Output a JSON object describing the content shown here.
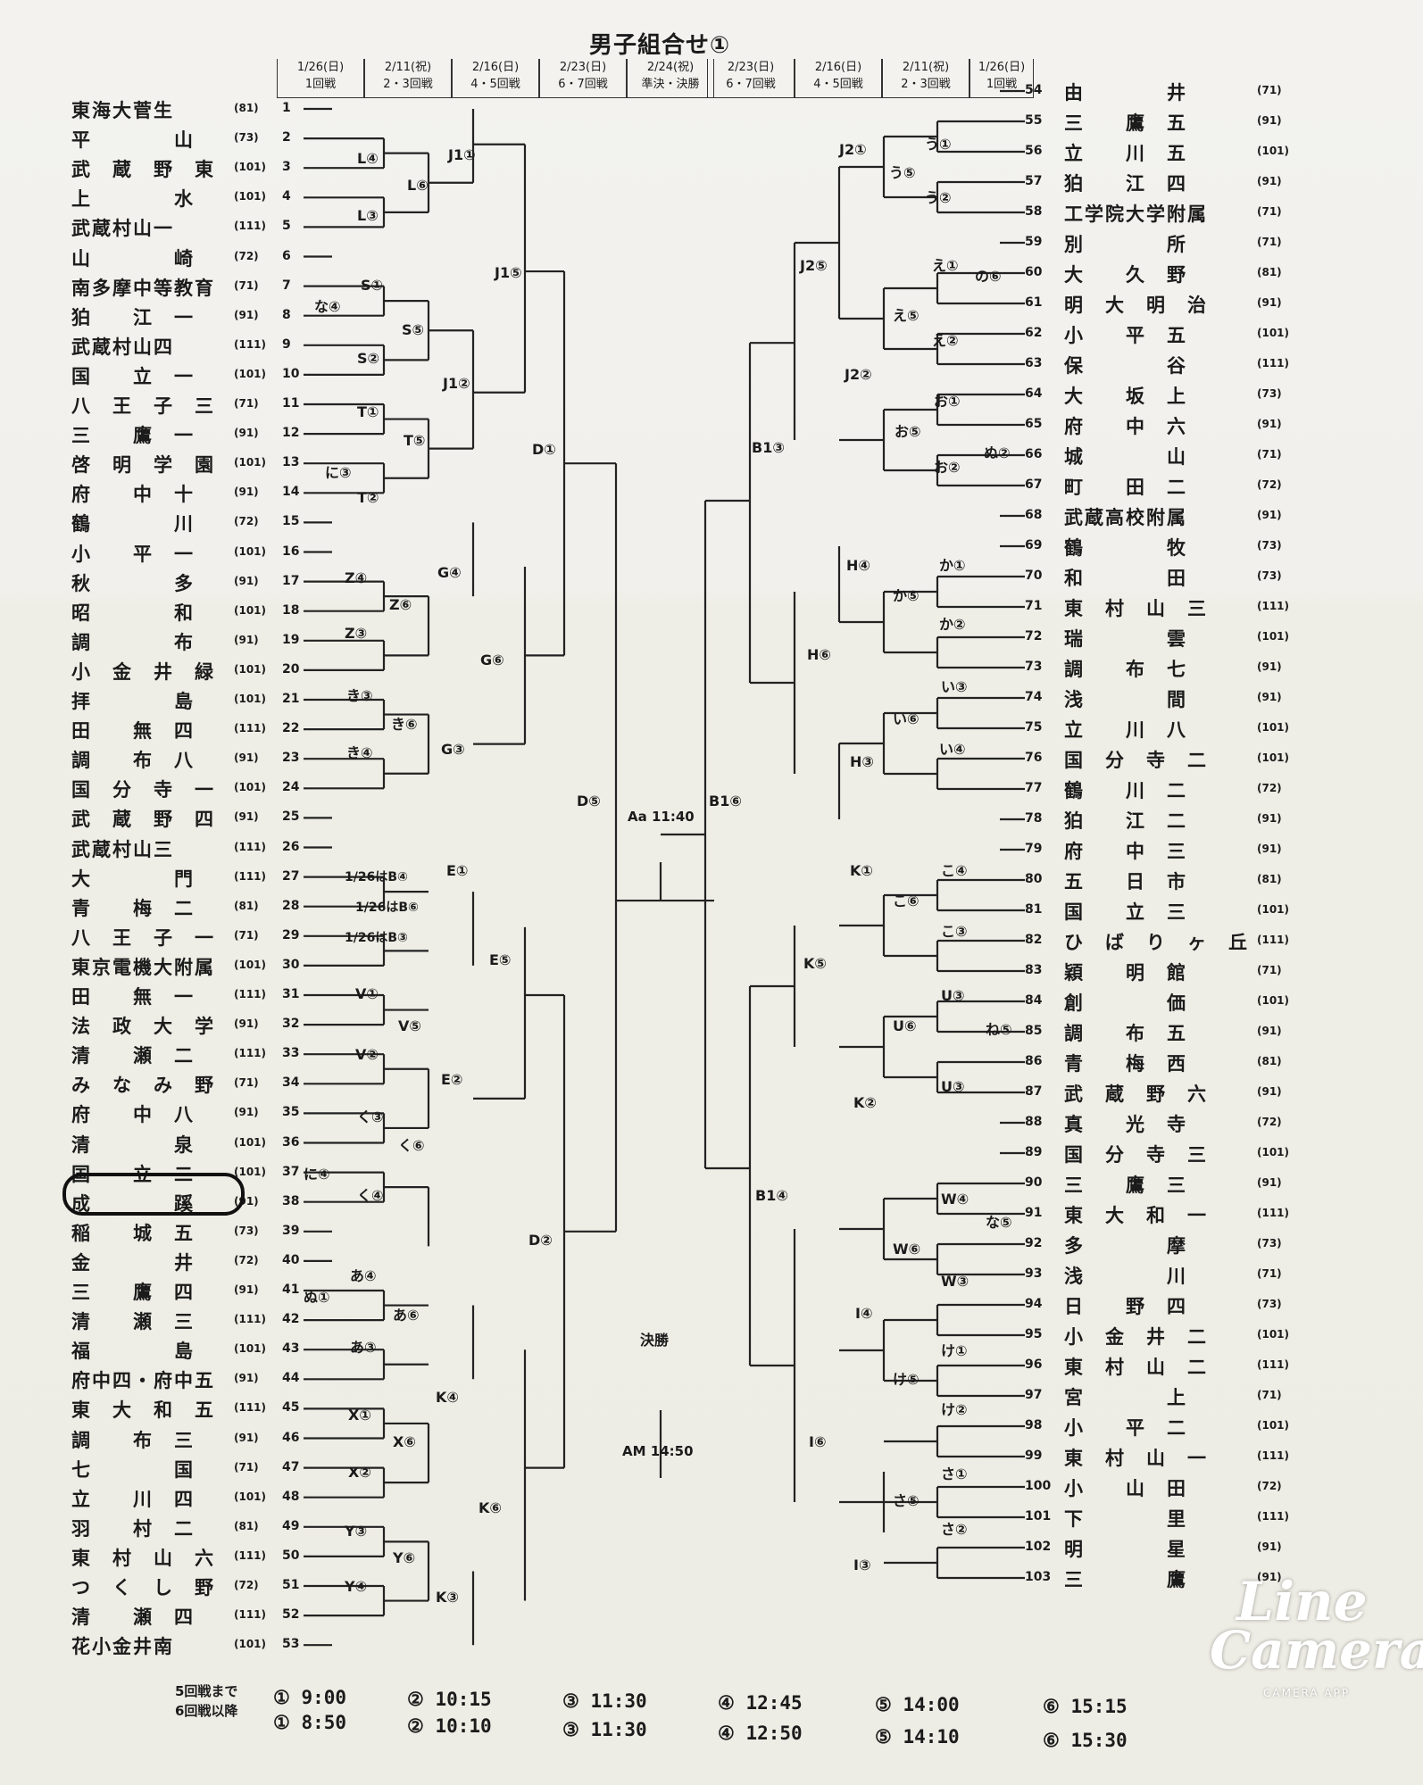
{
  "title": "男子組合せ①",
  "headers_left": [
    {
      "date": "1/26(日)",
      "round": "1回戦"
    },
    {
      "date": "2/11(祝)",
      "round": "2・3回戦"
    },
    {
      "date": "2/16(日)",
      "round": "4・5回戦"
    },
    {
      "date": "2/23(日)",
      "round": "6・7回戦"
    },
    {
      "date": "2/24(祝)",
      "round": "準決・決勝"
    }
  ],
  "headers_right": [
    {
      "date": "2/23(日)",
      "round": "6・7回戦"
    },
    {
      "date": "2/16(日)",
      "round": "4・5回戦"
    },
    {
      "date": "2/11(祝)",
      "round": "2・3回戦"
    },
    {
      "date": "1/26(日)",
      "round": "1回戦"
    }
  ],
  "left_teams": [
    {
      "n": "1",
      "name": "東海大菅生",
      "tag": "(81)"
    },
    {
      "n": "2",
      "name": "平　　　　山",
      "tag": "(73)"
    },
    {
      "n": "3",
      "name": "武　蔵　野　東",
      "tag": "(101)"
    },
    {
      "n": "4",
      "name": "上　　　　水",
      "tag": "(101)"
    },
    {
      "n": "5",
      "name": "武蔵村山一",
      "tag": "(111)"
    },
    {
      "n": "6",
      "name": "山　　　　崎",
      "tag": "(72)"
    },
    {
      "n": "7",
      "name": "南多摩中等教育",
      "tag": "(71)"
    },
    {
      "n": "8",
      "name": "狛　　江　一",
      "tag": "(91)"
    },
    {
      "n": "9",
      "name": "武蔵村山四",
      "tag": "(111)"
    },
    {
      "n": "10",
      "name": "国　　立　一",
      "tag": "(101)"
    },
    {
      "n": "11",
      "name": "八　王　子　三",
      "tag": "(71)"
    },
    {
      "n": "12",
      "name": "三　　鷹　一",
      "tag": "(91)"
    },
    {
      "n": "13",
      "name": "啓　明　学　園",
      "tag": "(101)"
    },
    {
      "n": "14",
      "name": "府　　中　十",
      "tag": "(91)"
    },
    {
      "n": "15",
      "name": "鶴　　　　川",
      "tag": "(72)"
    },
    {
      "n": "16",
      "name": "小　　平　一",
      "tag": "(101)"
    },
    {
      "n": "17",
      "name": "秋　　　　多",
      "tag": "(91)"
    },
    {
      "n": "18",
      "name": "昭　　　　和",
      "tag": "(101)"
    },
    {
      "n": "19",
      "name": "調　　　　布",
      "tag": "(91)"
    },
    {
      "n": "20",
      "name": "小　金　井　緑",
      "tag": "(101)"
    },
    {
      "n": "21",
      "name": "拝　　　　島",
      "tag": "(101)"
    },
    {
      "n": "22",
      "name": "田　　無　四",
      "tag": "(111)"
    },
    {
      "n": "23",
      "name": "調　　布　八",
      "tag": "(91)"
    },
    {
      "n": "24",
      "name": "国　分　寺　一",
      "tag": "(101)"
    },
    {
      "n": "25",
      "name": "武　蔵　野　四",
      "tag": "(91)"
    },
    {
      "n": "26",
      "name": "武蔵村山三",
      "tag": "(111)"
    },
    {
      "n": "27",
      "name": "大　　　　門",
      "tag": "(111)"
    },
    {
      "n": "28",
      "name": "青　　梅　二",
      "tag": "(81)"
    },
    {
      "n": "29",
      "name": "八　王　子　一",
      "tag": "(71)"
    },
    {
      "n": "30",
      "name": "東京電機大附属",
      "tag": "(101)"
    },
    {
      "n": "31",
      "name": "田　　無　一",
      "tag": "(111)"
    },
    {
      "n": "32",
      "name": "法　政　大　学",
      "tag": "(91)"
    },
    {
      "n": "33",
      "name": "清　　瀬　二",
      "tag": "(111)"
    },
    {
      "n": "34",
      "name": "み　な　み　野",
      "tag": "(71)"
    },
    {
      "n": "35",
      "name": "府　　中　八",
      "tag": "(91)"
    },
    {
      "n": "36",
      "name": "清　　　　泉",
      "tag": "(101)"
    },
    {
      "n": "37",
      "name": "国　　立　二",
      "tag": "(101)"
    },
    {
      "n": "38",
      "name": "成　　　　蹊",
      "tag": "(91)"
    },
    {
      "n": "39",
      "name": "稲　　城　五",
      "tag": "(73)"
    },
    {
      "n": "40",
      "name": "金　　　　井",
      "tag": "(72)"
    },
    {
      "n": "41",
      "name": "三　　鷹　四",
      "tag": "(91)"
    },
    {
      "n": "42",
      "name": "清　　瀬　三",
      "tag": "(111)"
    },
    {
      "n": "43",
      "name": "福　　　　島",
      "tag": "(101)"
    },
    {
      "n": "44",
      "name": "府中四・府中五",
      "tag": "(91)"
    },
    {
      "n": "45",
      "name": "東　大　和　五",
      "tag": "(111)"
    },
    {
      "n": "46",
      "name": "調　　布　三",
      "tag": "(91)"
    },
    {
      "n": "47",
      "name": "七　　　　国",
      "tag": "(71)"
    },
    {
      "n": "48",
      "name": "立　　川　四",
      "tag": "(101)"
    },
    {
      "n": "49",
      "name": "羽　　村　二",
      "tag": "(81)"
    },
    {
      "n": "50",
      "name": "東　村　山　六",
      "tag": "(111)"
    },
    {
      "n": "51",
      "name": "つ　く　し　野",
      "tag": "(72)"
    },
    {
      "n": "52",
      "name": "清　　瀬　四",
      "tag": "(111)"
    },
    {
      "n": "53",
      "name": "花小金井南",
      "tag": "(101)"
    }
  ],
  "right_teams": [
    {
      "n": "54",
      "name": "由　　　　井",
      "tag": "(71)"
    },
    {
      "n": "55",
      "name": "三　　鷹　五",
      "tag": "(91)"
    },
    {
      "n": "56",
      "name": "立　　川　五",
      "tag": "(101)"
    },
    {
      "n": "57",
      "name": "狛　　江　四",
      "tag": "(91)"
    },
    {
      "n": "58",
      "name": "工学院大学附属",
      "tag": "(71)"
    },
    {
      "n": "59",
      "name": "別　　　　所",
      "tag": "(71)"
    },
    {
      "n": "60",
      "name": "大　　久　野",
      "tag": "(81)"
    },
    {
      "n": "61",
      "name": "明　大　明　治",
      "tag": "(91)"
    },
    {
      "n": "62",
      "name": "小　　平　五",
      "tag": "(101)"
    },
    {
      "n": "63",
      "name": "保　　　　谷",
      "tag": "(111)"
    },
    {
      "n": "64",
      "name": "大　　坂　上",
      "tag": "(73)"
    },
    {
      "n": "65",
      "name": "府　　中　六",
      "tag": "(91)"
    },
    {
      "n": "66",
      "name": "城　　　　山",
      "tag": "(71)"
    },
    {
      "n": "67",
      "name": "町　　田　二",
      "tag": "(72)"
    },
    {
      "n": "68",
      "name": "武蔵高校附属",
      "tag": "(91)"
    },
    {
      "n": "69",
      "name": "鶴　　　　牧",
      "tag": "(73)"
    },
    {
      "n": "70",
      "name": "和　　　　田",
      "tag": "(73)"
    },
    {
      "n": "71",
      "name": "東　村　山　三",
      "tag": "(111)"
    },
    {
      "n": "72",
      "name": "瑞　　　　雲",
      "tag": "(101)"
    },
    {
      "n": "73",
      "name": "調　　布　七",
      "tag": "(91)"
    },
    {
      "n": "74",
      "name": "浅　　　　間",
      "tag": "(91)"
    },
    {
      "n": "75",
      "name": "立　　川　八",
      "tag": "(101)"
    },
    {
      "n": "76",
      "name": "国　分　寺　二",
      "tag": "(101)"
    },
    {
      "n": "77",
      "name": "鶴　　川　二",
      "tag": "(72)"
    },
    {
      "n": "78",
      "name": "狛　　江　二",
      "tag": "(91)"
    },
    {
      "n": "79",
      "name": "府　　中　三",
      "tag": "(91)"
    },
    {
      "n": "80",
      "name": "五　　日　市",
      "tag": "(81)"
    },
    {
      "n": "81",
      "name": "国　　立　三",
      "tag": "(101)"
    },
    {
      "n": "82",
      "name": "ひ　ば　り　ヶ　丘",
      "tag": "(111)"
    },
    {
      "n": "83",
      "name": "穎　　明　館",
      "tag": "(71)"
    },
    {
      "n": "84",
      "name": "創　　　　価",
      "tag": "(101)"
    },
    {
      "n": "85",
      "name": "調　　布　五",
      "tag": "(91)"
    },
    {
      "n": "86",
      "name": "青　　梅　西",
      "tag": "(81)"
    },
    {
      "n": "87",
      "name": "武　蔵　野　六",
      "tag": "(91)"
    },
    {
      "n": "88",
      "name": "真　　光　寺",
      "tag": "(72)"
    },
    {
      "n": "89",
      "name": "国　分　寺　三",
      "tag": "(101)"
    },
    {
      "n": "90",
      "name": "三　　鷹　三",
      "tag": "(91)"
    },
    {
      "n": "91",
      "name": "東　大　和　一",
      "tag": "(111)"
    },
    {
      "n": "92",
      "name": "多　　　　摩",
      "tag": "(73)"
    },
    {
      "n": "93",
      "name": "浅　　　　川",
      "tag": "(71)"
    },
    {
      "n": "94",
      "name": "日　　野　四",
      "tag": "(73)"
    },
    {
      "n": "95",
      "name": "小　金　井　二",
      "tag": "(101)"
    },
    {
      "n": "96",
      "name": "東　村　山　二",
      "tag": "(111)"
    },
    {
      "n": "97",
      "name": "宮　　　　上",
      "tag": "(71)"
    },
    {
      "n": "98",
      "name": "小　　平　二",
      "tag": "(101)"
    },
    {
      "n": "99",
      "name": "東　村　山　一",
      "tag": "(111)"
    },
    {
      "n": "100",
      "name": "小　　山　田",
      "tag": "(72)"
    },
    {
      "n": "101",
      "name": "下　　　　里",
      "tag": "(111)"
    },
    {
      "n": "102",
      "name": "明　　　　星",
      "tag": "(91)"
    },
    {
      "n": "103",
      "name": "三　　　　鷹",
      "tag": "(91)"
    }
  ],
  "labels_left": [
    "L④",
    "L⑥",
    "L③",
    "J1①",
    "J1⑤",
    "S①",
    "な④",
    "S⑤",
    "S②",
    "J1②",
    "T①",
    "T⑤",
    "に③",
    "T②",
    "D①",
    "Z④",
    "Z⑥",
    "Z③",
    "G④",
    "G⑥",
    "き③",
    "き⑥",
    "き④",
    "G③",
    "D⑤",
    "E①",
    "1/26はB④",
    "1/26はB⑥",
    "1/26はB③",
    "E⑤",
    "V①",
    "V⑤",
    "V②",
    "E②",
    "く③",
    "く⑥",
    "に④",
    "く④",
    "D②",
    "あ④",
    "ぬ①",
    "あ⑥",
    "あ③",
    "K④",
    "X①",
    "X⑥",
    "X②",
    "K⑥",
    "Y③",
    "Y⑥",
    "Y④",
    "K③"
  ],
  "labels_right": [
    "J2①",
    "う①",
    "う⑤",
    "う②",
    "J2⑤",
    "え①",
    "の⑥",
    "え⑤",
    "え②",
    "J2②",
    "お①",
    "お⑤",
    "ぬ②",
    "お②",
    "B1③",
    "H④",
    "か①",
    "か⑤",
    "か②",
    "H⑥",
    "い③",
    "い⑥",
    "い④",
    "H③",
    "B1⑥",
    "K①",
    "こ④",
    "こ⑥",
    "こ③",
    "K⑤",
    "U③",
    "U⑥",
    "ね⑤",
    "U③",
    "K②",
    "B1④",
    "W④",
    "な⑤",
    "W⑥",
    "W③",
    "I④",
    "け①",
    "け⑤",
    "け②",
    "I⑥",
    "さ①",
    "さ⑤",
    "さ②",
    "I③"
  ],
  "center": {
    "semi_time": "Aa 11:40",
    "final_label": "決勝",
    "final_time": "AM 14:50"
  },
  "footer": {
    "row1_label": "5回戦まで",
    "row2_label": "6回戦以降",
    "row1": [
      "① 9:00",
      "② 10:15",
      "③ 11:30",
      "④ 12:45",
      "⑤ 14:00",
      "⑥ 15:15"
    ],
    "row2": [
      "① 8:50",
      "② 10:10",
      "③ 11:30",
      "④ 12:50",
      "⑤ 14:10",
      "⑥ 15:30"
    ]
  },
  "logo": {
    "line1": "Line",
    "line2": "Camera",
    "sub": "CAMERA APP"
  }
}
